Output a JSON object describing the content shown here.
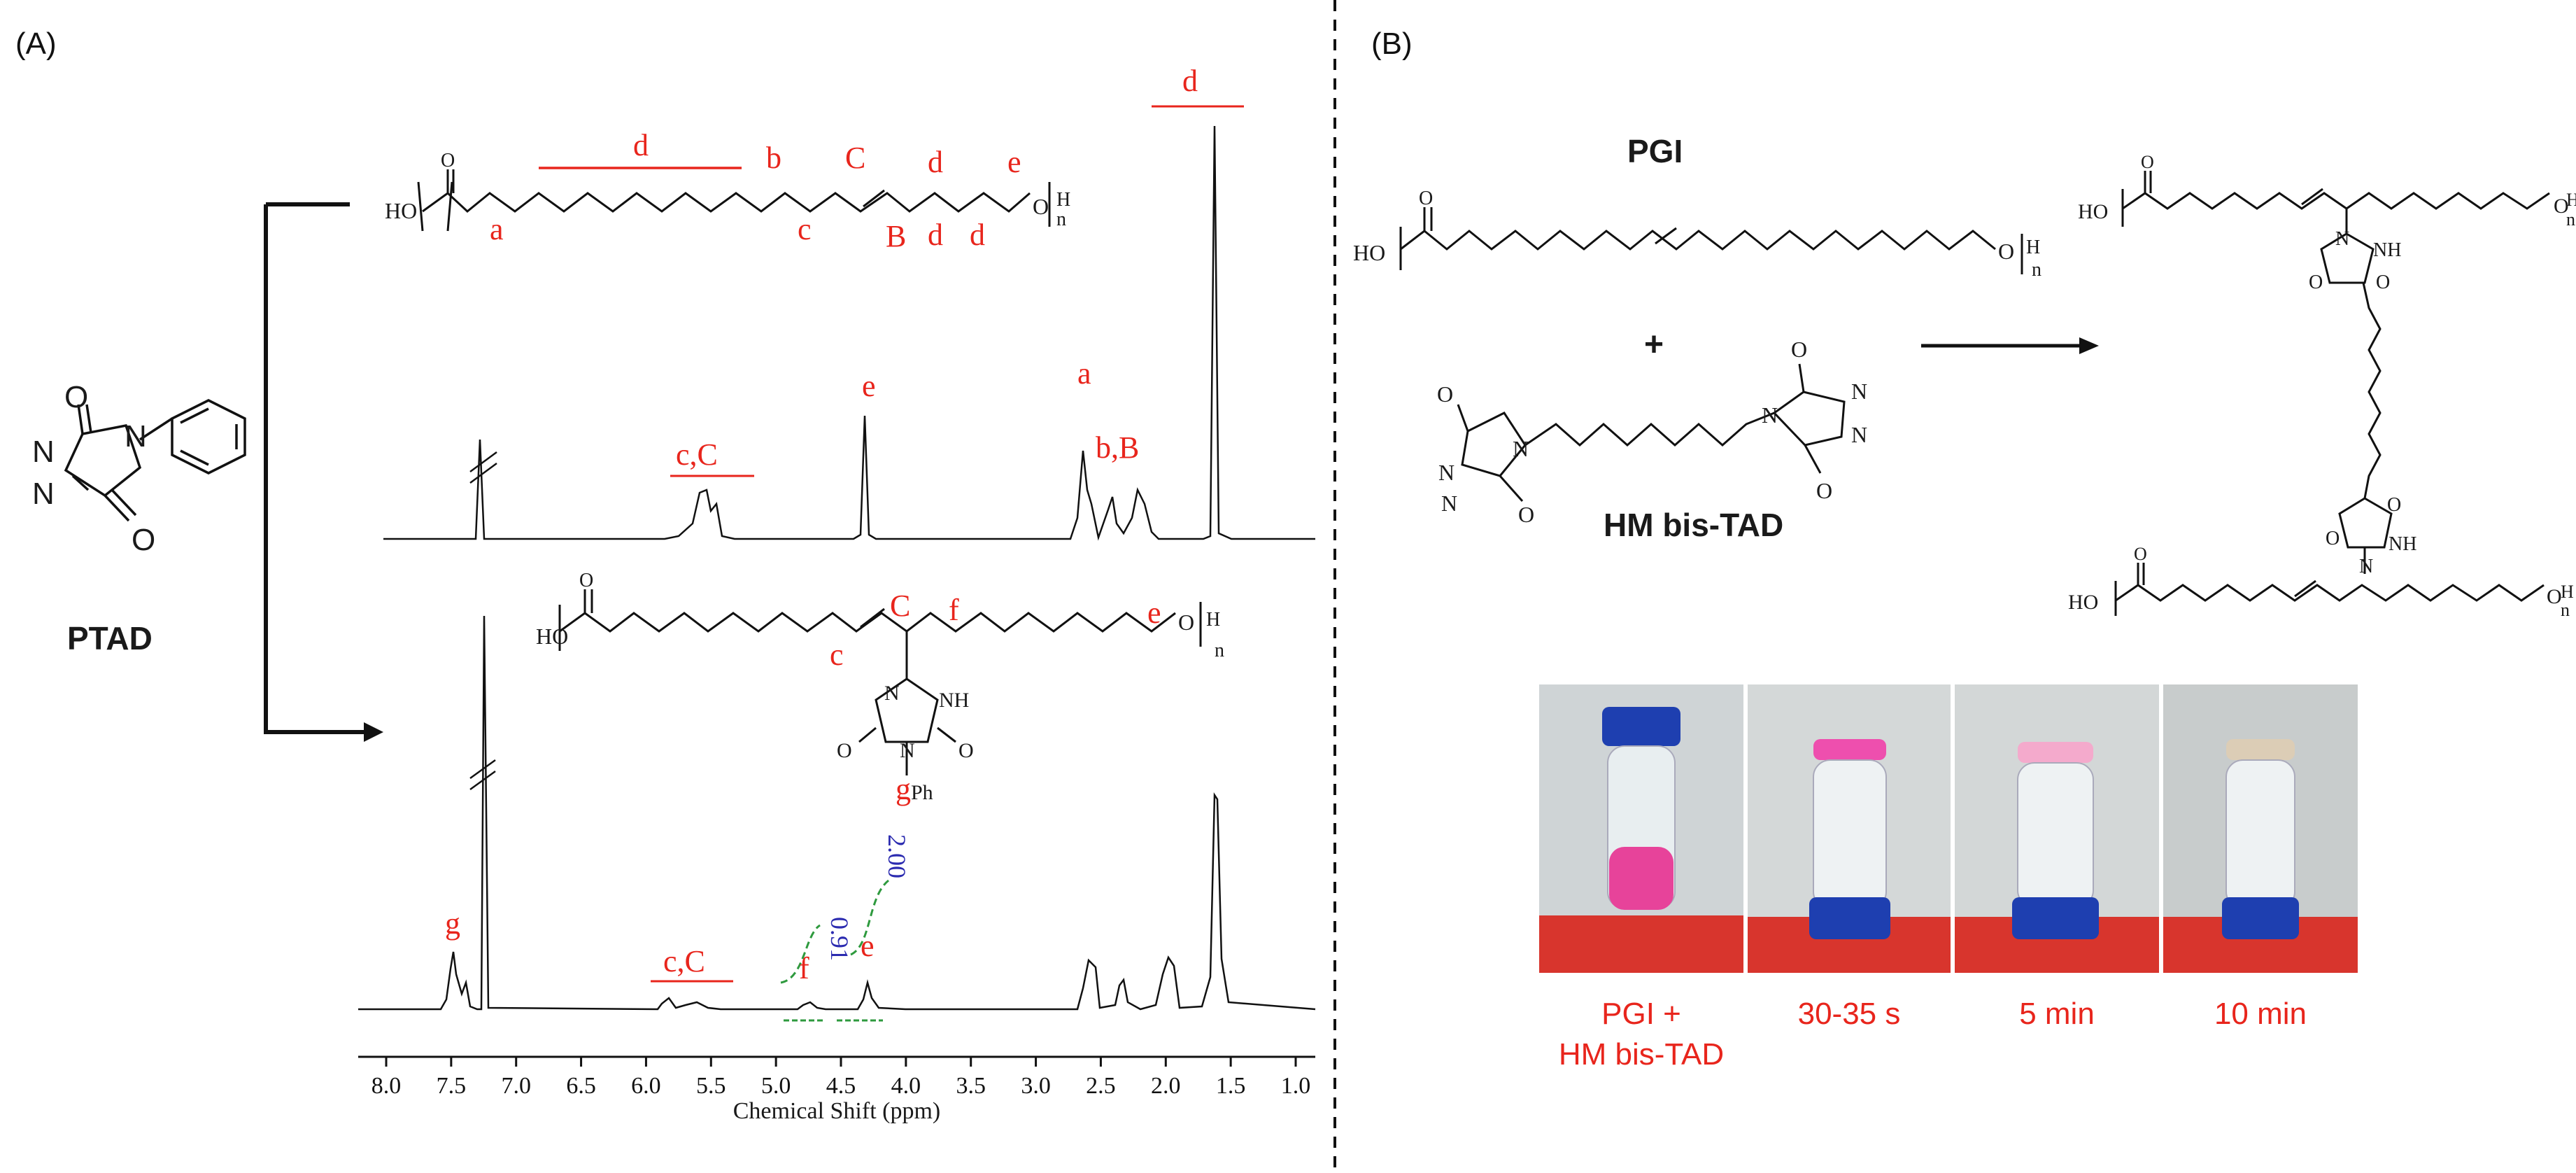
{
  "panels": {
    "a_label": "(A)",
    "b_label": "(B)"
  },
  "reagent": {
    "name": "PTAD",
    "atoms": [
      "O",
      "N",
      "N",
      "O"
    ],
    "atom_n_ring": "N"
  },
  "polymer_top": {
    "ho": "HO",
    "h": "H",
    "n": "n",
    "o": "O",
    "o_end": "O",
    "labels": [
      "a",
      "d",
      "b",
      "C",
      "d",
      "e",
      "c",
      "B",
      "d",
      "d"
    ]
  },
  "polymer_bottom": {
    "ho": "HO",
    "h": "H",
    "n": "n",
    "o": "O",
    "o_end": "O",
    "labels": [
      "C",
      "f",
      "e",
      "c",
      "g"
    ],
    "ring": {
      "n1": "N",
      "nh": "NH",
      "n4": "N",
      "o1": "O",
      "o2": "O",
      "ph": "Ph"
    }
  },
  "spectrum_top": {
    "peak_labels": [
      "d",
      "a",
      "b,B",
      "e",
      "c,C"
    ]
  },
  "spectrum_bottom": {
    "peak_labels": [
      "g",
      "c,C",
      "f",
      "e"
    ],
    "integrals": [
      "0.91",
      "2.00"
    ]
  },
  "x_axis": {
    "title": "Chemical Shift (ppm)",
    "ticks": [
      "8.0",
      "7.5",
      "7.0",
      "6.5",
      "6.0",
      "5.5",
      "5.0",
      "4.5",
      "4.0",
      "3.5",
      "3.0",
      "2.5",
      "2.0",
      "1.5",
      "1.0"
    ]
  },
  "scheme_b": {
    "pgi_label": "PGI",
    "plus": "+",
    "bis_tad_label": "HM bis-TAD",
    "pgi": {
      "ho": "HO",
      "o": "O",
      "o_end": "O",
      "h": "H",
      "n": "n"
    },
    "bis": {
      "atoms": [
        "O",
        "N",
        "N",
        "N",
        "O",
        "O",
        "N",
        "N",
        "N",
        "O"
      ]
    },
    "product": {
      "ho": "HO",
      "o": "O",
      "h": "H",
      "n": "n",
      "nh": "NH",
      "ring_n": "N",
      "ring_o": "O"
    }
  },
  "photos": {
    "captions": [
      "PGI +\nHM bis-TAD",
      "30-35 s",
      "5 min",
      "10 min"
    ]
  },
  "colors": {
    "annotation": "#e8251c",
    "integral_text": "#2b2bb0",
    "integral_curve": "#2e9a3e"
  }
}
